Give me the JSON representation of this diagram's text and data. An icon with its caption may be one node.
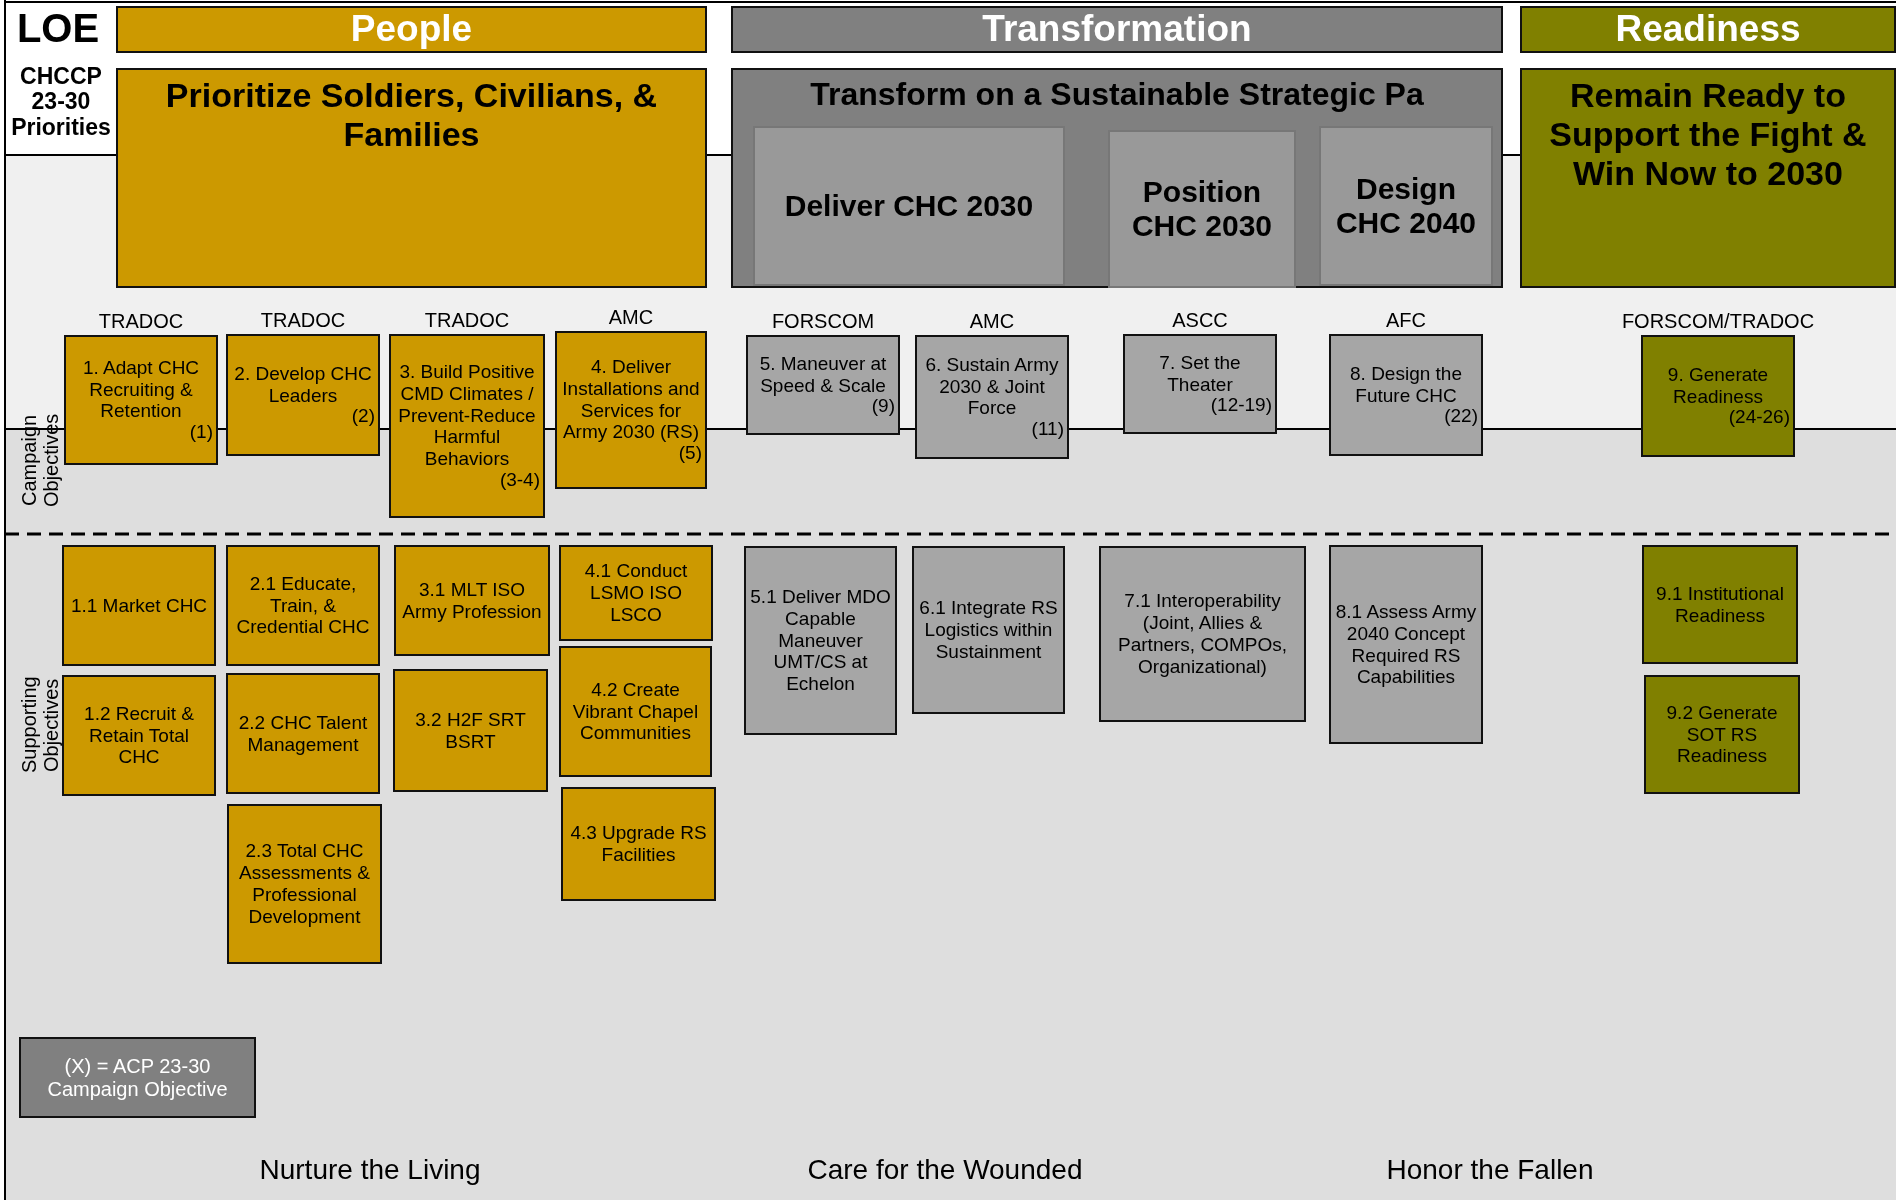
{
  "diagram": {
    "nodes": [
      {
        "text": [
          "People"
        ]
      },
      {
        "text": [
          "Transformation"
        ]
      },
      {
        "text": [
          "Readiness"
        ]
      },
      {
        "text": [
          "Prioritize Soldiers, Civilians, & Families"
        ]
      },
      {
        "text": [
          "Transform on a Sustainable Strategic Pa"
        ]
      },
      {
        "text": [
          "Deliver CHC 2030"
        ],
        "in": 4
      },
      {
        "text": [
          "Position CHC 2030"
        ],
        "in": 4
      },
      {
        "text": [
          "Design CHC 2040"
        ],
        "in": 4
      },
      {
        "text": [
          "Remain Ready to Support the Fight & Win Now to 2030"
        ]
      },
      {
        "text": [
          "1. Adapt CHC Recruiting & Retention",
          "(1)"
        ],
        "beside": [
          "TRADOC"
        ]
      },
      {
        "text": [
          "2. Develop CHC Leaders",
          "(2)"
        ],
        "beside": [
          "TRADOC"
        ]
      },
      {
        "text": [
          "3. Build Positive CMD Climates / Prevent-Reduce Harmful Behaviors",
          "(3-4)"
        ],
        "beside": [
          "TRADOC"
        ]
      },
      {
        "text": [
          "4. Deliver Installations and Services for Army 2030 (RS)",
          "(5)"
        ],
        "beside": [
          "AMC"
        ]
      },
      {
        "text": [
          "5. Maneuver at Speed & Scale",
          "(9)"
        ],
        "beside": [
          "FORSCOM"
        ]
      },
      {
        "text": [
          "6. Sustain Army 2030 & Joint Force",
          "(11)"
        ],
        "beside": [
          "AMC"
        ]
      },
      {
        "text": [
          "7. Set the Theater",
          "(12-19)"
        ],
        "beside": [
          "ASCC"
        ]
      },
      {
        "text": [
          "8. Design the Future CHC",
          "(22)"
        ],
        "beside": [
          "AFC"
        ]
      },
      {
        "text": [
          "9. Generate Readiness",
          "(24-26)"
        ],
        "beside": [
          "FORSCOM/TRADOC"
        ]
      },
      {
        "text": [
          "1.1 Market CHC"
        ]
      },
      {
        "text": [
          "1.2 Recruit & Retain Total CHC"
        ]
      },
      {
        "text": [
          "2.1 Educate, Train, & Credential CHC"
        ]
      },
      {
        "text": [
          "2.2 CHC Talent Management"
        ]
      },
      {
        "text": [
          "2.3 Total CHC Assessments & Professional Development"
        ]
      },
      {
        "text": [
          "3.1 MLT ISO Army Profession"
        ]
      },
      {
        "text": [
          "3.2 H2F SRT BSRT"
        ]
      },
      {
        "text": [
          "4.1 Conduct LSMO ISO LSCO"
        ]
      },
      {
        "text": [
          "4.2 Create Vibrant Chapel Communities"
        ]
      },
      {
        "text": [
          "4.3 Upgrade RS Facilities"
        ]
      },
      {
        "text": [
          "5.1 Deliver MDO Capable Maneuver UMT/CS at Echelon"
        ]
      },
      {
        "text": [
          "6.1 Integrate RS Logistics within Sustainment"
        ]
      },
      {
        "text": [
          "7.1 Interoperability (Joint, Allies & Partners, COMPOs, Organizational)"
        ]
      },
      {
        "text": [
          "8.1 Assess Army 2040 Concept Required RS Capabilities"
        ]
      },
      {
        "text": [
          "9.1 Institutional Readiness"
        ]
      },
      {
        "text": [
          "9.2 Generate SOT RS Readiness"
        ]
      },
      {
        "text": [
          "(X) = ACP 23-30 Campaign Objective"
        ]
      }
    ],
    "edges": [],
    "labels": [
      "LOE",
      "CHCCP 23-30 Priorities",
      "Campaign Objectives",
      "Supporting Objectives",
      "Nurture the Living",
      "Care for the Wounded",
      "Honor the Fallen"
    ]
  }
}
